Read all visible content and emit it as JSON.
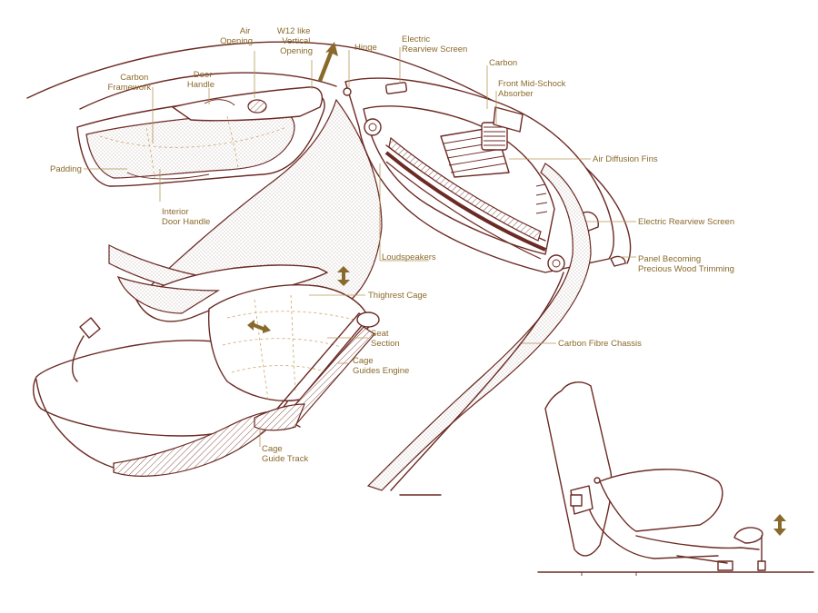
{
  "labels": {
    "air_opening": [
      "Air",
      "Opening"
    ],
    "w12_opening": [
      "W12 like",
      "Vertical",
      "Opening"
    ],
    "hinge": "Hinge",
    "electric_rearview_top": [
      "Electric",
      "Rearview Screen"
    ],
    "carbon": "Carbon",
    "front_shock": [
      "Front Mid-Schock",
      "Absorber"
    ],
    "carbon_framework": [
      "Carbon",
      "Framework"
    ],
    "door_handle": [
      "Door",
      "Handle"
    ],
    "padding": "Padding",
    "interior_door_handle": [
      "Interior",
      "Door Handle"
    ],
    "air_diffusion_fins": "Air Diffusion Fins",
    "electric_rearview_right": "Electric Rearview Screen",
    "loudspeakers": "Loudspeakers",
    "panel_becoming": [
      "Panel Becoming",
      "Precious Wood Trimming"
    ],
    "thighrest_cage": "Thighrest Cage",
    "seat_section": [
      "Seat",
      "Section"
    ],
    "cage_guides_engine": [
      "Cage",
      "Guides Engine"
    ],
    "carbon_fibre_chassis": "Carbon Fibre Chassis",
    "cage_guide_track": [
      "Cage",
      "Guide Track"
    ]
  },
  "colors": {
    "outline": "#6b2a24",
    "label": "#8a6a2c",
    "leader": "#b8975a",
    "stipple": "#d9d2cf"
  }
}
